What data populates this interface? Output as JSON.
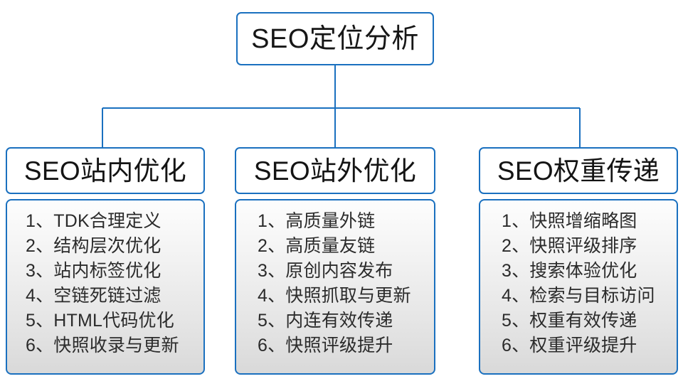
{
  "diagram": {
    "title": "SEO定位分析",
    "root": {
      "label": "SEO定位分析"
    },
    "accent_color": "#1a70bf",
    "body_fill_top": "#fdfdfd",
    "body_fill_bottom": "#d9d9d9",
    "text_color": "#2b2b2b",
    "branches": [
      {
        "header": "SEO站内优化",
        "items": [
          "1、TDK合理定义",
          "2、结构层次优化",
          "3、站内标签优化",
          "4、空链死链过滤",
          "5、HTML代码优化",
          "6、快照收录与更新"
        ]
      },
      {
        "header": "SEO站外优化",
        "items": [
          "1、高质量外链",
          "2、高质量友链",
          "3、原创内容发布",
          "4、快照抓取与更新",
          "5、内连有效传递",
          "6、快照评级提升"
        ]
      },
      {
        "header": "SEO权重传递",
        "items": [
          "1、快照增缩略图",
          "2、快照评级排序",
          "3、搜索体验优化",
          "4、检索与目标访问",
          "5、权重有效传递",
          "6、权重评级提升"
        ]
      }
    ]
  }
}
